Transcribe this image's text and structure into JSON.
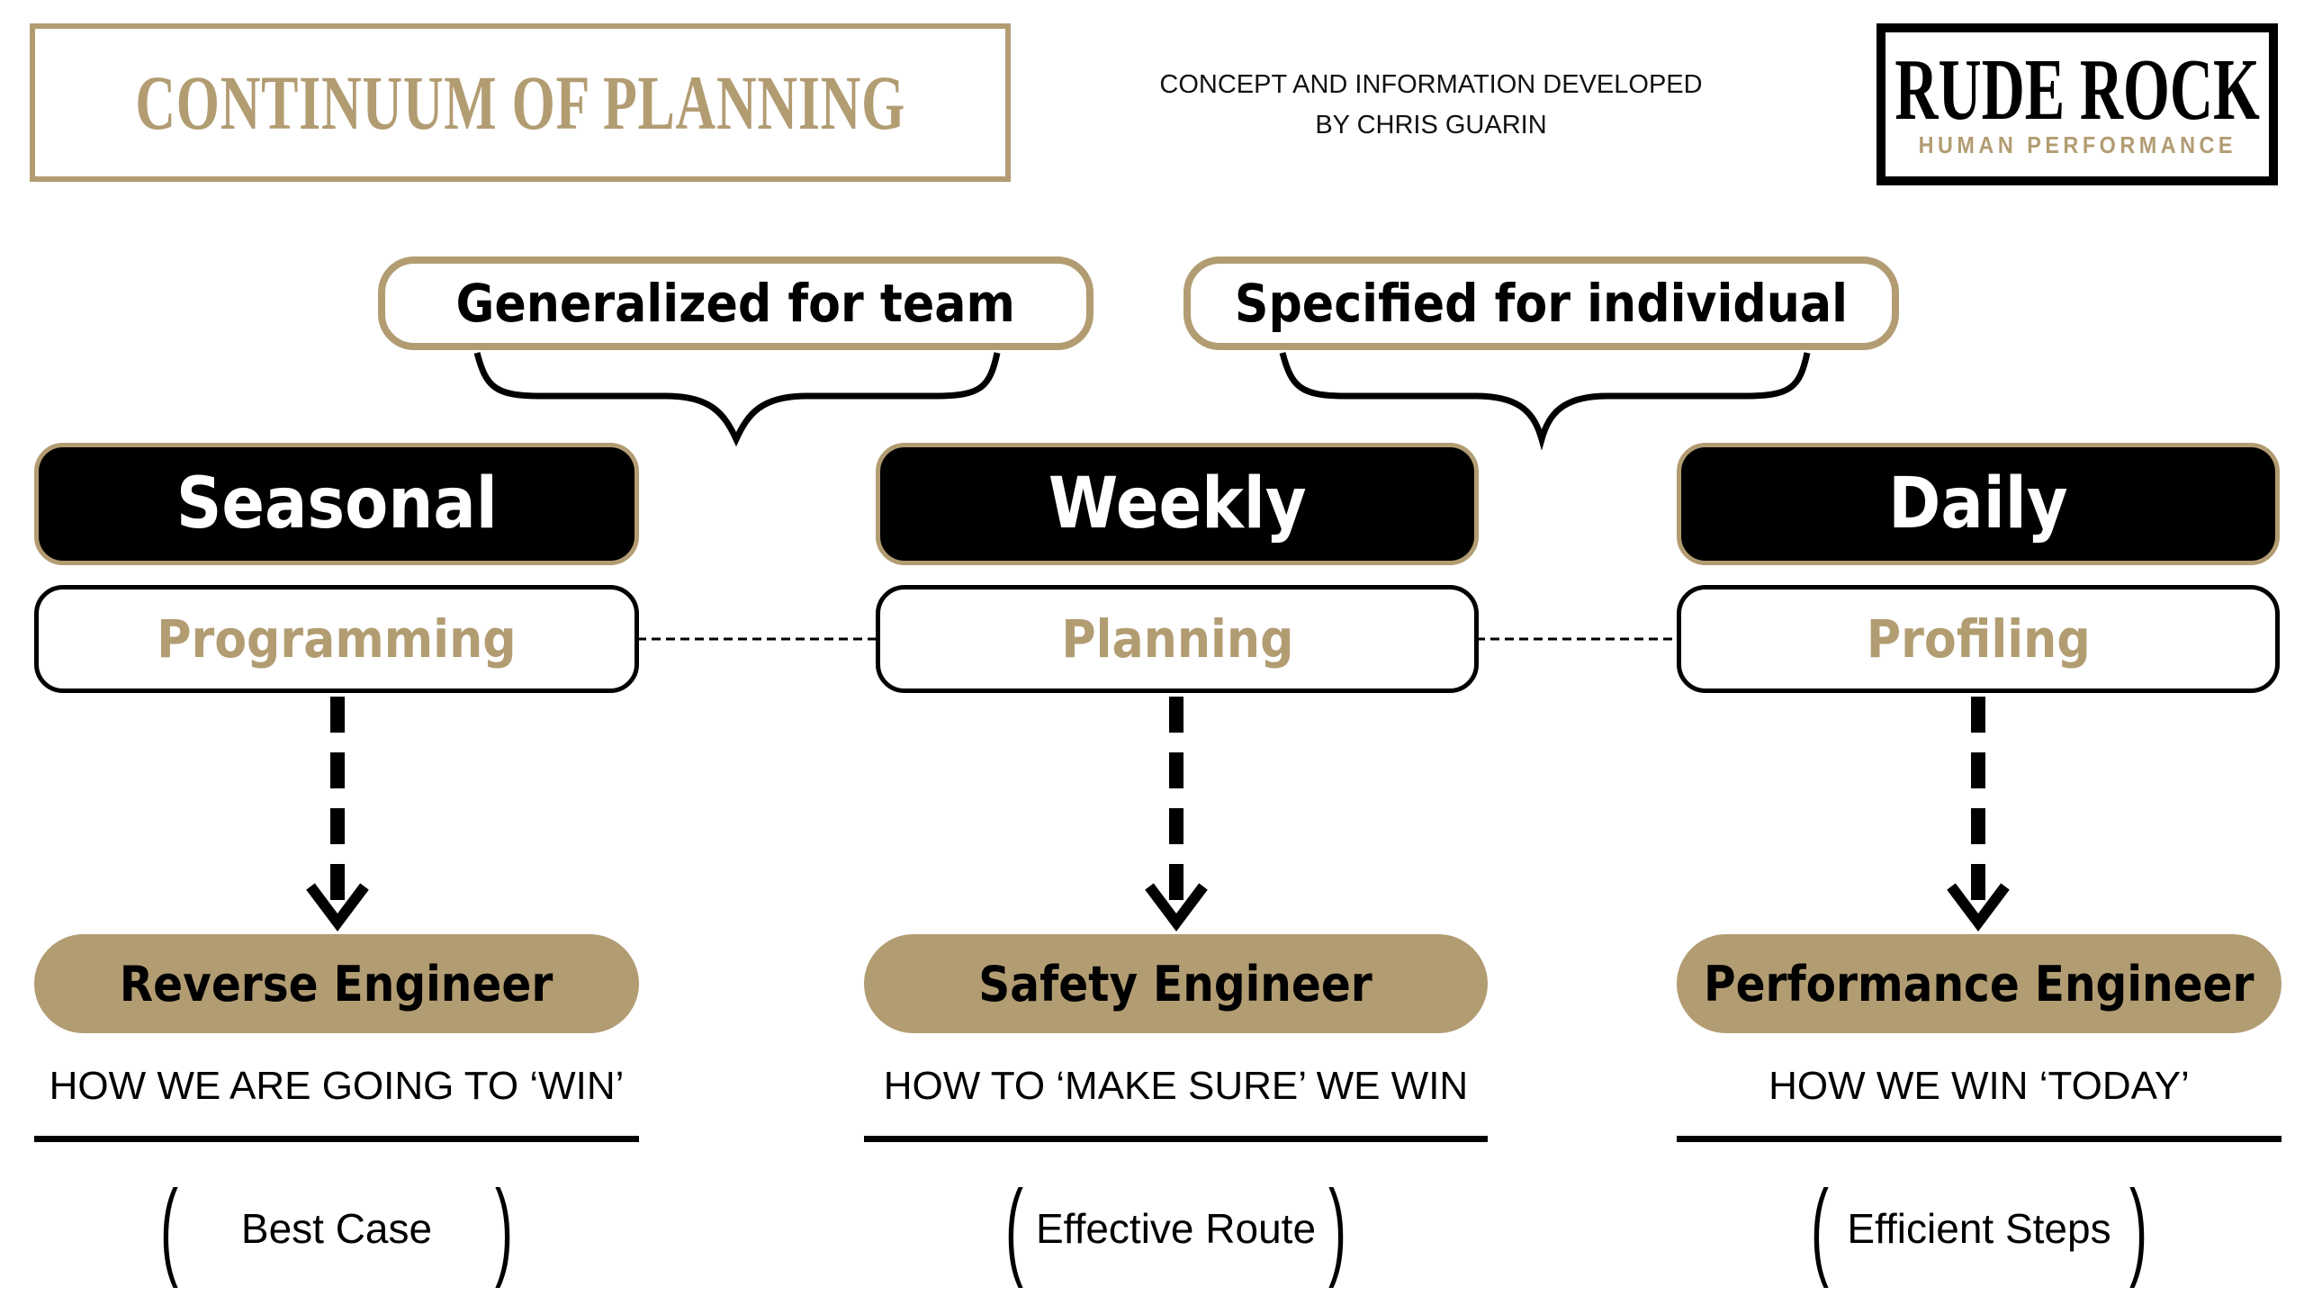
{
  "header": {
    "title": "CONTINUUM OF PLANNING",
    "credit_line1": "CONCEPT AND INFORMATION DEVELOPED",
    "credit_line2": "BY CHRIS GUARIN",
    "logo_main": "RUDE ROCK",
    "logo_sub": "HUMAN PERFORMANCE"
  },
  "bubbles": [
    {
      "label": "Generalized for team"
    },
    {
      "label": "Specified for individual"
    }
  ],
  "columns": [
    {
      "heading": "Seasonal",
      "subheading": "Programming",
      "role": "Reverse Engineer",
      "description": "HOW WE ARE GOING TO ‘WIN’",
      "note": "Best Case"
    },
    {
      "heading": "Weekly",
      "subheading": "Planning",
      "role": "Safety Engineer",
      "description": "HOW TO ‘MAKE SURE’ WE WIN",
      "note": "Effective Route"
    },
    {
      "heading": "Daily",
      "subheading": "Profiling",
      "role": "Performance Engineer",
      "description": "HOW WE WIN ‘TODAY’",
      "note": "Efficient Steps"
    }
  ],
  "colors": {
    "gold": "#b29c72",
    "black": "#000000",
    "white": "#ffffff"
  }
}
